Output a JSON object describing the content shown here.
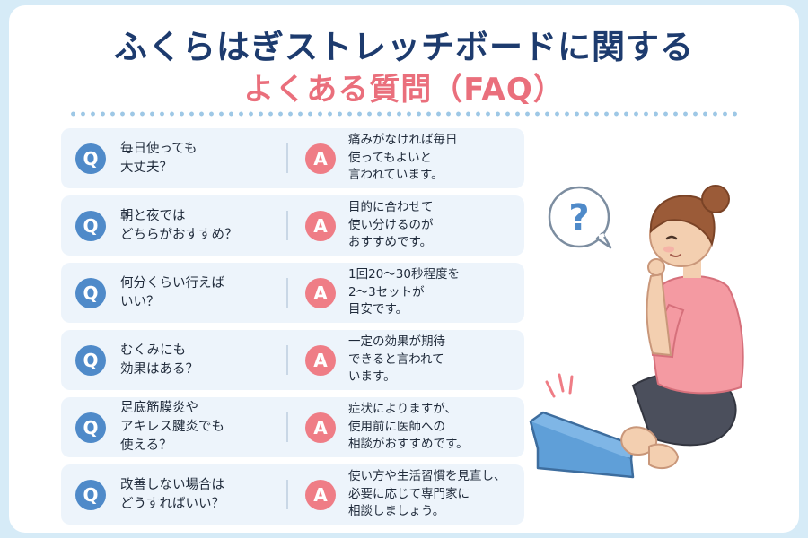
{
  "header": {
    "title_line1": "ふくらはぎストレッチボードに関する",
    "title_line2": "よくある質問（FAQ）"
  },
  "badges": {
    "question": "Q",
    "answer": "A"
  },
  "faq": [
    {
      "question": "毎日使っても\n大丈夫？",
      "answer": "痛みがなければ毎日\n使ってもよいと\n言われています。"
    },
    {
      "question": "朝と夜では\nどちらがおすすめ？",
      "answer": "目的に合わせて\n使い分けるのが\nおすすめです。"
    },
    {
      "question": "何分くらい行えば\nいい？",
      "answer": "1回20〜30秒程度を\n2〜3セットが\n目安です。"
    },
    {
      "question": "むくみにも\n効果はある？",
      "answer": "一定の効果が期待\nできると言われて\nいます。"
    },
    {
      "question": "足底筋膜炎や\nアキレス腱炎でも\n使える？",
      "answer": "症状によりますが、\n使用前に医師への\n相談がおすすめです。"
    },
    {
      "question": "改善しない場合は\nどうすればいい？",
      "answer": "使い方や生活習慣を見直し、\n必要に応じて専門家に\n相談しましょう。"
    }
  ],
  "illustration": {
    "thought_bubble_symbol": "?"
  },
  "colors": {
    "title_navy": "#1d3b6e",
    "title_pink": "#ea6f7c",
    "q_badge": "#4f8ac9",
    "a_badge": "#ef7d86",
    "row_bg": "#edf4fb",
    "page_bg": "#d6ebf7"
  }
}
